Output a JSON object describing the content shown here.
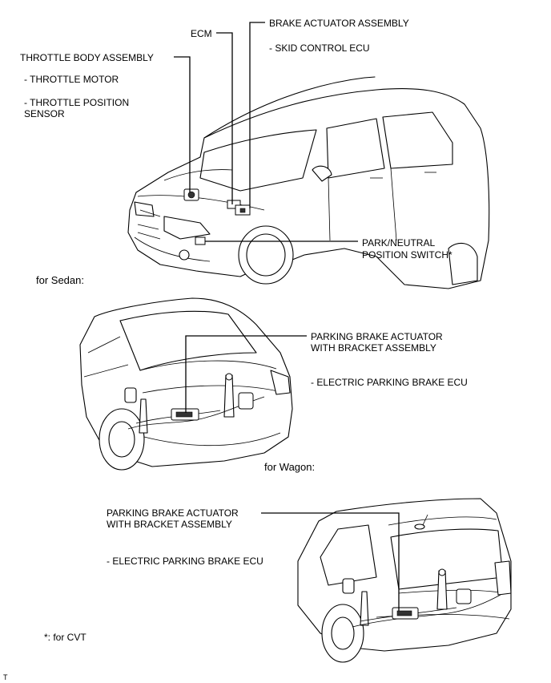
{
  "callouts": {
    "ecm": "ECM",
    "brake_actuator": "BRAKE ACTUATOR ASSEMBLY",
    "skid_control": "- SKID CONTROL ECU",
    "throttle_body": "THROTTLE BODY ASSEMBLY",
    "throttle_motor": "- THROTTLE MOTOR",
    "throttle_position_1": "- THROTTLE POSITION",
    "throttle_position_2": "SENSOR",
    "park_neutral_1": "PARK/NEUTRAL",
    "park_neutral_2": "POSITION SWITCH*"
  },
  "sedan": {
    "caption": "for Sedan:",
    "pb_actuator_1": "PARKING BRAKE ACTUATOR",
    "pb_actuator_2": "WITH BRACKET ASSEMBLY",
    "epb_ecu": "- ELECTRIC PARKING BRAKE ECU"
  },
  "wagon": {
    "caption": "for Wagon:",
    "pb_actuator_1": "PARKING BRAKE ACTUATOR",
    "pb_actuator_2": "WITH BRACKET ASSEMBLY",
    "epb_ecu": "- ELECTRIC PARKING BRAKE ECU"
  },
  "footnote": "*: for CVT",
  "corner_mark": "T"
}
